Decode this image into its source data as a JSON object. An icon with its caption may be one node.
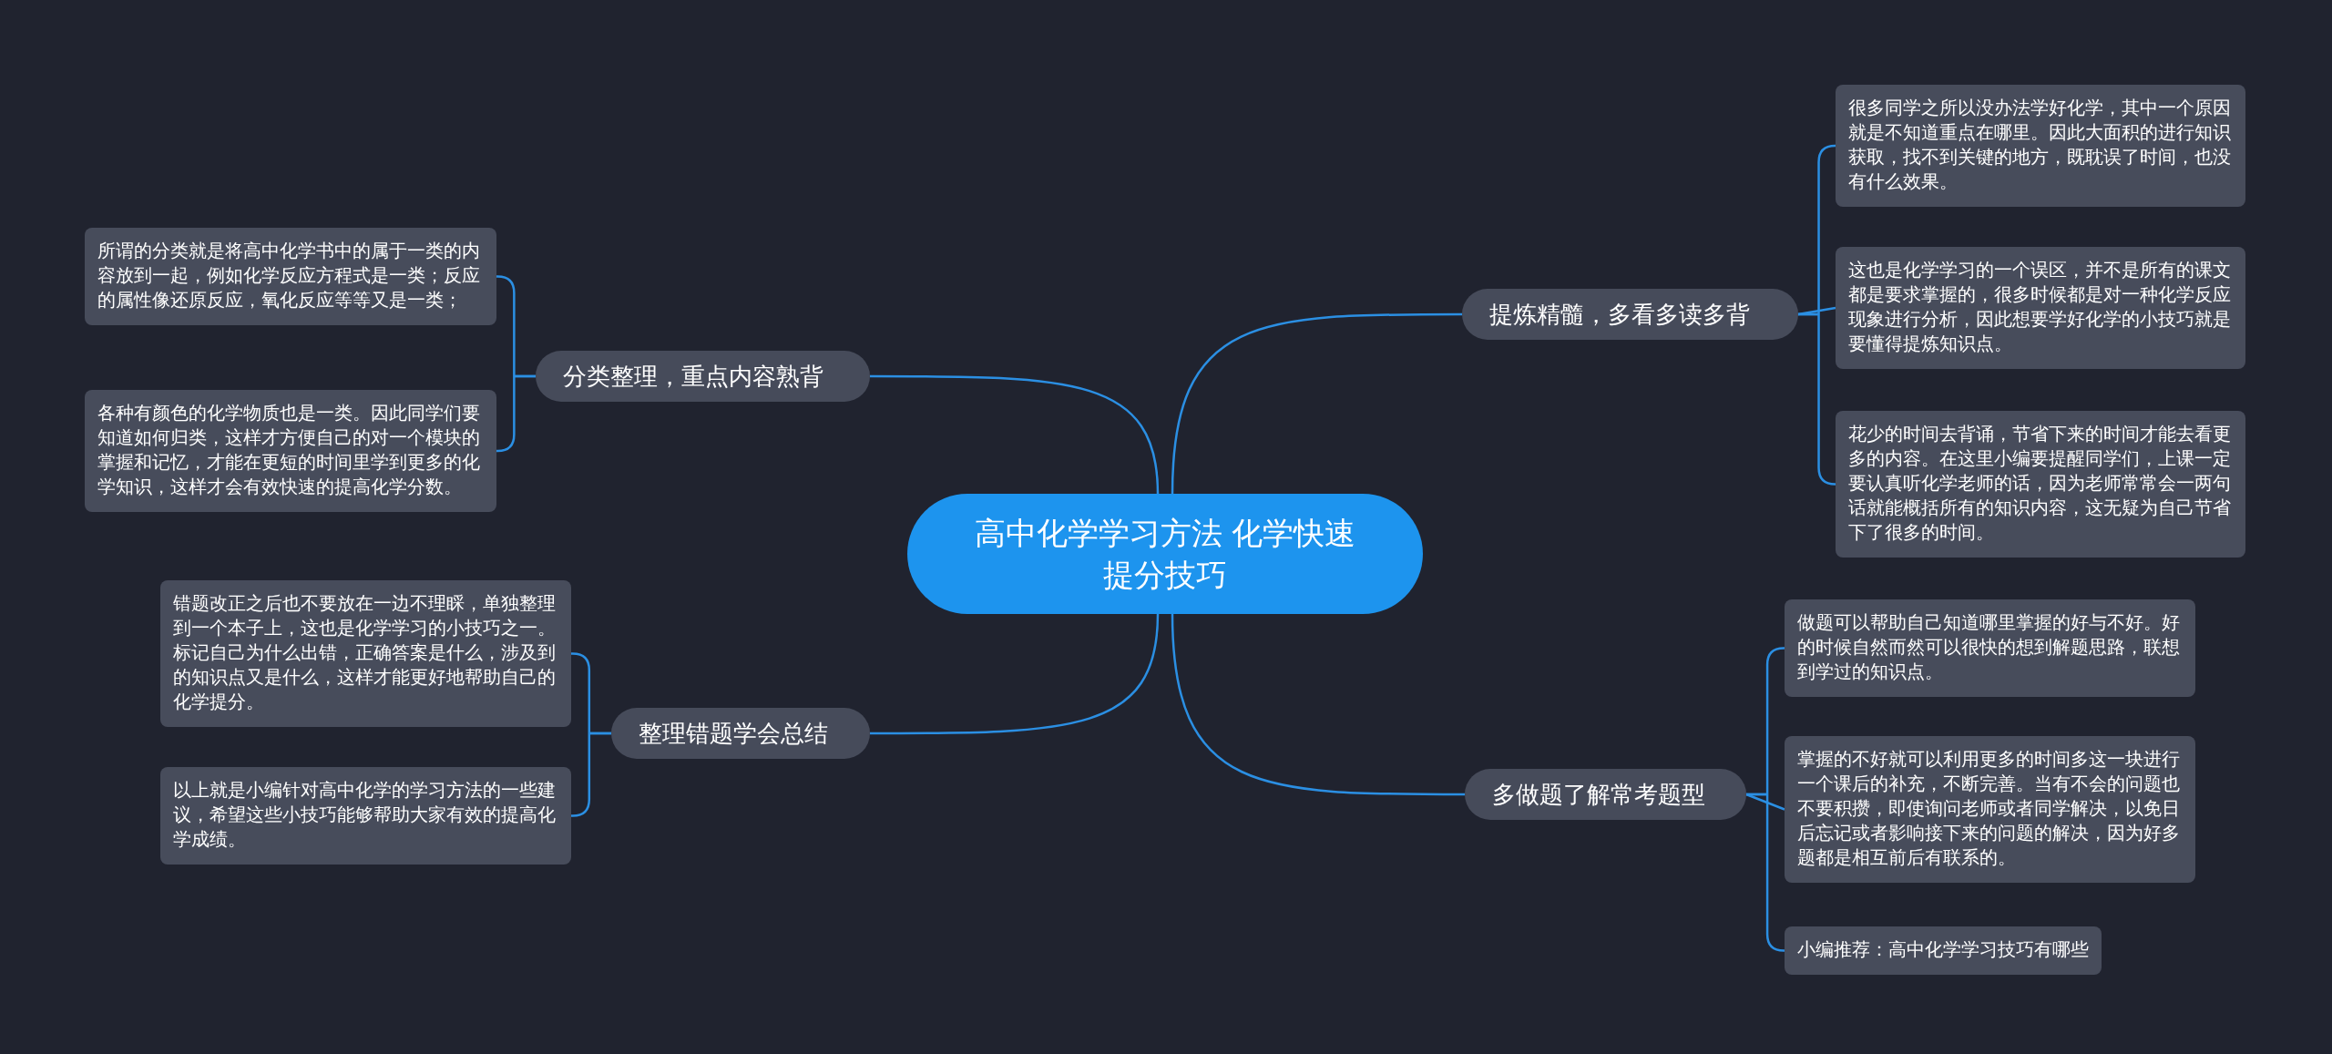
{
  "diagram": {
    "nodes": [
      {
        "text": [
          "高中化学学习方法 化学快速提分技巧"
        ]
      },
      {
        "text": [
          "分类整理，重点内容熟背"
        ]
      },
      {
        "text": [
          "所谓的分类就是将高中化学书中的属于一类的内容放到一起，例如化学反应方程式是一类；反应的属性像还原反应，氧化反应等等又是一类；"
        ]
      },
      {
        "text": [
          "各种有颜色的化学物质也是一类。因此同学们要知道如何归类，这样才方便自己的对一个模块的掌握和记忆，才能在更短的时间里学到更多的化学知识，这样才会有效快速的提高化学分数。"
        ]
      },
      {
        "text": [
          "整理错题学会总结"
        ]
      },
      {
        "text": [
          "错题改正之后也不要放在一边不理睬，单独整理到一个本子上，这也是化学学习的小技巧之一。标记自己为什么出错，正确答案是什么，涉及到的知识点又是什么，这样才能更好地帮助自己的化学提分。"
        ]
      },
      {
        "text": [
          "以上就是小编针对高中化学的学习方法的一些建议，希望这些小技巧能够帮助大家有效的提高化学成绩。"
        ]
      },
      {
        "text": [
          "提炼精髓，多看多读多背"
        ]
      },
      {
        "text": [
          "很多同学之所以没办法学好化学，其中一个原因就是不知道重点在哪里。因此大面积的进行知识获取，找不到关键的地方，既耽误了时间，也没有什么效果。"
        ]
      },
      {
        "text": [
          "这也是化学学习的一个误区，并不是所有的课文都是要求掌握的，很多时候都是对一种化学反应现象进行分析，因此想要学好化学的小技巧就是要懂得提炼知识点。"
        ]
      },
      {
        "text": [
          "花少的时间去背诵，节省下来的时间才能去看更多的内容。在这里小编要提醒同学们，上课一定要认真听化学老师的话，因为老师常常会一两句话就能概括所有的知识内容，这无疑为自己节省下了很多的时间。"
        ]
      },
      {
        "text": [
          "多做题了解常考题型"
        ]
      },
      {
        "text": [
          "做题可以帮助自己知道哪里掌握的好与不好。好的时候自然而然可以很快的想到解题思路，联想到学过的知识点。"
        ]
      },
      {
        "text": [
          "掌握的不好就可以利用更多的时间多这一块进行一个课后的补充，不断完善。当有不会的问题也不要积攒，即使询问老师或者同学解决，以免日后忘记或者影响接下来的问题的解决，因为好多题都是相互前后有联系的。"
        ]
      },
      {
        "text": [
          "小编推荐：高中化学学习技巧有哪些"
        ]
      }
    ],
    "edges": [
      {
        "from": 0,
        "to": 1,
        "arrow": "none"
      },
      {
        "from": 1,
        "to": 2,
        "arrow": "none"
      },
      {
        "from": 1,
        "to": 3,
        "arrow": "none"
      },
      {
        "from": 0,
        "to": 4,
        "arrow": "none"
      },
      {
        "from": 4,
        "to": 5,
        "arrow": "none"
      },
      {
        "from": 4,
        "to": 6,
        "arrow": "none"
      },
      {
        "from": 0,
        "to": 7,
        "arrow": "none"
      },
      {
        "from": 7,
        "to": 8,
        "arrow": "none"
      },
      {
        "from": 7,
        "to": 9,
        "arrow": "none"
      },
      {
        "from": 7,
        "to": 10,
        "arrow": "none"
      },
      {
        "from": 0,
        "to": 11,
        "arrow": "none"
      },
      {
        "from": 11,
        "to": 12,
        "arrow": "none"
      },
      {
        "from": 11,
        "to": 13,
        "arrow": "none"
      },
      {
        "from": 11,
        "to": 14,
        "arrow": "none"
      }
    ]
  }
}
